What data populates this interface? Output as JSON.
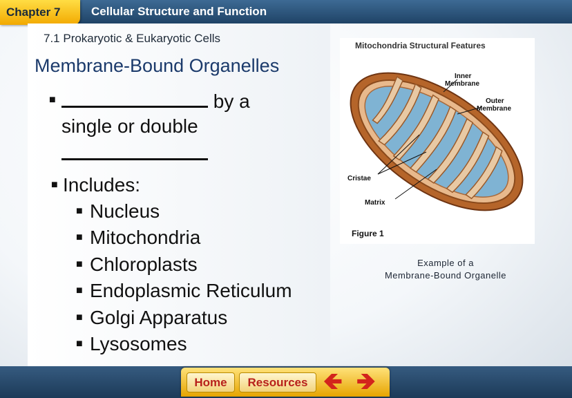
{
  "header": {
    "chapter": "Chapter 7",
    "title": "Cellular Structure and Function"
  },
  "section": "7.1 Prokaryotic & Eukaryotic Cells",
  "heading": "Membrane-Bound Organelles",
  "bullet1": {
    "after_blank": "by a",
    "line2": "single or double"
  },
  "includes": {
    "label": "Includes:",
    "items": [
      "Nucleus",
      "Mitochondria",
      "Chloroplasts",
      "Endoplasmic Reticulum",
      "Golgi Apparatus",
      "Lysosomes"
    ]
  },
  "figure": {
    "title": "Mitochondria Structural Features",
    "labels": {
      "inner_membrane": [
        "Inner",
        "Membrane"
      ],
      "outer_membrane": [
        "Outer",
        "Membrane"
      ],
      "cristae": "Cristae",
      "matrix": "Matrix"
    },
    "number": "Figure 1",
    "caption_line1": "Example of a",
    "caption_line2": "Membrane-Bound Organelle"
  },
  "nav": {
    "home": "Home",
    "resources": "Resources",
    "back_icon": "left-arrow",
    "forward_icon": "right-arrow"
  },
  "colors": {
    "header_bar": "#2a5580",
    "chapter_tab": "#f5b800",
    "heading": "#1b3a6b",
    "nav_text": "#b8211b",
    "matrix_fill": "#7fb3d3",
    "mitochondrion_outer": "#b5652a"
  }
}
